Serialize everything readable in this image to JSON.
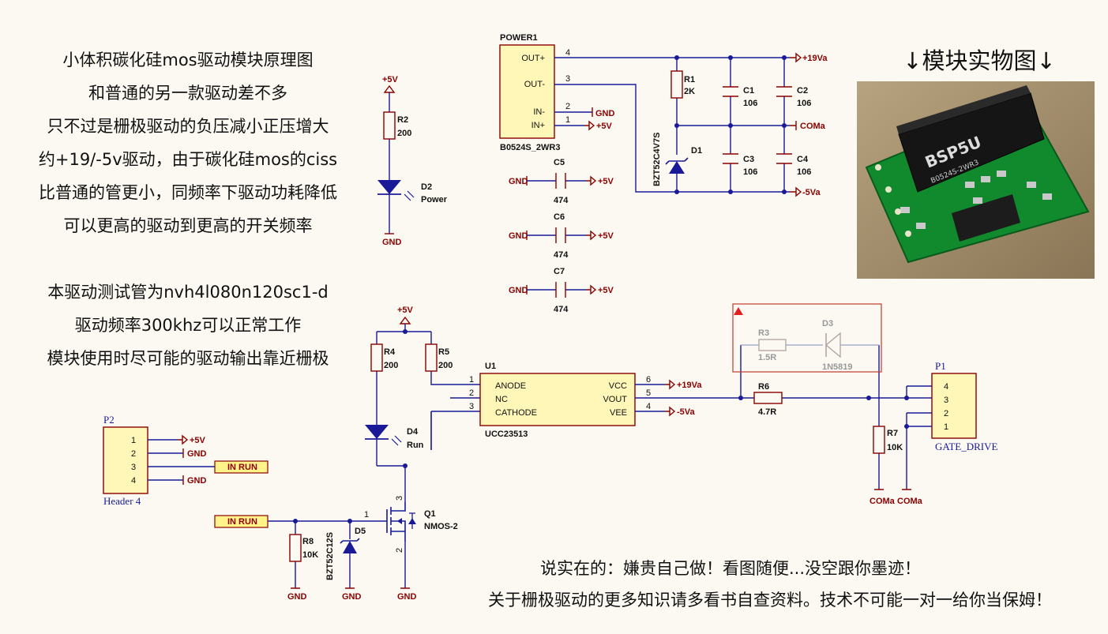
{
  "notes_left": [
    "小体积碳化硅mos驱动模块原理图",
    "和普通的另一款驱动差不多",
    "只不过是栅极驱动的负压减小正压增大",
    "约+19/-5v驱动，由于碳化硅mos的ciss",
    "比普通的管更小，同频率下驱动功耗降低",
    "可以更高的驱动到更高的开关频率"
  ],
  "notes_left2": [
    "本驱动测试管为nvh4l080n120sc1-d",
    "驱动频率300khz可以正常工作",
    "模块使用时尽可能的驱动输出靠近栅极"
  ],
  "photo_title": "↓模块实物图↓",
  "notes_bottom": [
    "说实在的：嫌贵自己做！看图随便...没空跟你墨迹！",
    "关于栅极驱动的更多知识请多看书自查资料。技术不可能一对一给你当保姆！"
  ],
  "net": {
    "p5v": "+5V",
    "gnd": "GND",
    "p19": "+19Va",
    "n5": "-5Va",
    "coma": "COMa",
    "inrun": "IN RUN"
  },
  "power1": {
    "ref": "POWER1",
    "part": "B0524S_2WR3",
    "pins": [
      "OUT+",
      "OUT-",
      "IN-",
      "IN+"
    ],
    "pinnums": [
      "4",
      "3",
      "2",
      "1"
    ]
  },
  "r1": {
    "ref": "R1",
    "val": "2K"
  },
  "r2": {
    "ref": "R2",
    "val": "200"
  },
  "d1": {
    "ref": "D1",
    "part": "BZT52C4V7S"
  },
  "d2": {
    "ref": "D2",
    "val": "Power"
  },
  "c1": {
    "ref": "C1",
    "val": "106"
  },
  "c2": {
    "ref": "C2",
    "val": "106"
  },
  "c3": {
    "ref": "C3",
    "val": "106"
  },
  "c4": {
    "ref": "C4",
    "val": "106"
  },
  "c5": {
    "ref": "C5",
    "val": "474"
  },
  "c6": {
    "ref": "C6",
    "val": "474"
  },
  "c7": {
    "ref": "C7",
    "val": "474"
  },
  "r4": {
    "ref": "R4",
    "val": "200"
  },
  "r5": {
    "ref": "R5",
    "val": "200"
  },
  "d4": {
    "ref": "D4",
    "val": "Run"
  },
  "u1": {
    "ref": "U1",
    "part": "UCC23513",
    "lpins": [
      "ANODE",
      "NC",
      "CATHODE"
    ],
    "lnums": [
      "1",
      "2",
      "3"
    ],
    "rpins": [
      "VCC",
      "VOUT",
      "VEE"
    ],
    "rnums": [
      "6",
      "5",
      "4"
    ]
  },
  "r3": {
    "ref": "R3",
    "val": "1.5R"
  },
  "d3": {
    "ref": "D3",
    "part": "1N5819"
  },
  "r6": {
    "ref": "R6",
    "val": "4.7R"
  },
  "r7": {
    "ref": "R7",
    "val": "10K"
  },
  "r8": {
    "ref": "R8",
    "val": "10K"
  },
  "d5": {
    "ref": "D5",
    "part": "BZT52C12S"
  },
  "q1": {
    "ref": "Q1",
    "part": "NMOS-2",
    "pins": [
      "1",
      "3",
      "2"
    ]
  },
  "p1": {
    "ref": "P1",
    "name": "GATE_DRIVE",
    "pins": [
      "4",
      "3",
      "2",
      "1"
    ]
  },
  "p2": {
    "ref": "P2",
    "name": "Header 4",
    "pins": [
      "1",
      "2",
      "3",
      "4"
    ]
  },
  "module_photo": {
    "marking": "BSP5U",
    "sub": "B0524S-2WR3"
  }
}
